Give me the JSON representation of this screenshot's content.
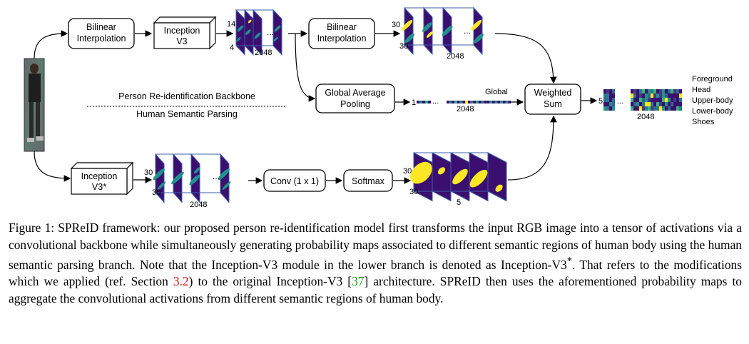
{
  "boxes": {
    "bilinear_top_1": [
      "Bilinear",
      "Interpolation"
    ],
    "inception_top": [
      "Inception",
      "V3"
    ],
    "bilinear_top_2": [
      "Bilinear",
      "Interpolation"
    ],
    "gap": [
      "Global Average",
      "Pooling"
    ],
    "weighted_sum": [
      "Weighted",
      "Sum"
    ],
    "inception_bottom": [
      "Inception",
      "V3*"
    ],
    "conv": "Conv (1 x 1)",
    "softmax": "Softmax"
  },
  "labels": {
    "top_stack_h": "14",
    "top_stack_w": "4",
    "top_stack_c": "2048",
    "interp_stack_h": "30",
    "interp_stack_w": "30",
    "interp_stack_c": "2048",
    "global_n": "1",
    "global_c": "2048",
    "global_label": "Global",
    "out_n": "5",
    "out_c": "2048",
    "bottom_stack_h": "30",
    "bottom_stack_w": "30",
    "bottom_stack_c": "2048",
    "prob_stack_h": "30",
    "prob_stack_w": "30",
    "prob_stack_c": "5",
    "backbone": "Person Re-identification Backbone",
    "parsing": "Human Semantic Parsing",
    "dots": "...",
    "legend": [
      "Foreground",
      "Head",
      "Upper-body",
      "Lower-body",
      "Shoes"
    ]
  },
  "caption": {
    "p1": "Figure 1: SPReID framework: our proposed person re-identification model first transforms the input RGB image into a tensor of activations via a convolutional backbone while simultaneously generating probability maps associated to different semantic regions of human body using the human semantic parsing branch. Note that the Inception-V3 module in the lower branch is denoted as Inception-V3",
    "sup": "*",
    "p2": ". That refers to the modifications which we applied (ref. Section ",
    "section_ref": "3.2",
    "p3": ") to the original Inception-V3 ",
    "cite_open": "[",
    "cite": "37",
    "cite_close": "]",
    "p4": " architecture. SPReID then uses the aforementioned probability maps to aggregate the convolutional activations from different semantic regions of human body."
  },
  "colors": {
    "map_dark": "#3b0f6f",
    "map_mid": "#21918c",
    "map_bright": "#fde725",
    "edge": "#3c5ea8"
  }
}
